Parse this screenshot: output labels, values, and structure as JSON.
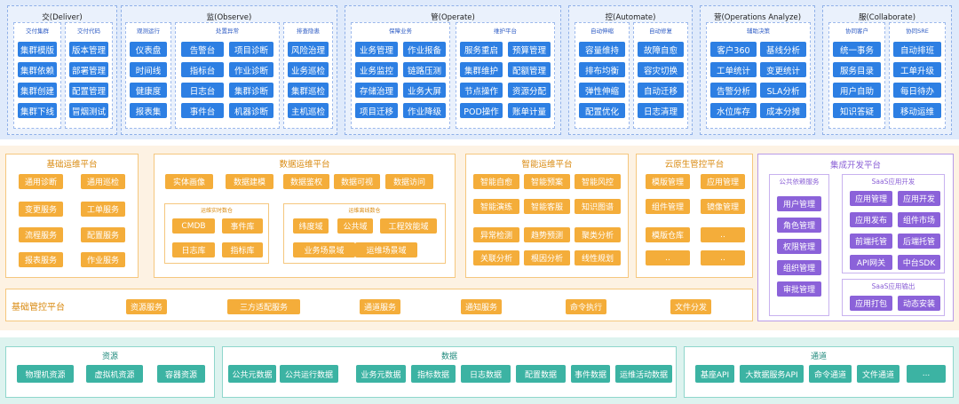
{
  "observe_layer": {
    "deliver": {
      "title": "交(Deliver)",
      "cluster": {
        "title": "交付集群",
        "items": [
          "集群模版",
          "集群依赖",
          "集群创建",
          "集群下线"
        ]
      },
      "code": {
        "title": "交付代码",
        "items": [
          "版本管理",
          "部署管理",
          "配置管理",
          "冒烟测试"
        ]
      }
    },
    "observe": {
      "title": "监(Observe)",
      "running": {
        "title": "观测运行",
        "items": [
          "仪表盘",
          "时间线",
          "健康度",
          "报表集"
        ]
      },
      "exception": {
        "title": "处置异常",
        "items": [
          "告警台",
          "项目诊断",
          "指标台",
          "作业诊断",
          "日志台",
          "集群诊断",
          "事件台",
          "机器诊断"
        ]
      },
      "hazard": {
        "title": "排查隐患",
        "items": [
          "风险治理",
          "业务巡检",
          "集群巡检",
          "主机巡检"
        ]
      }
    },
    "operate": {
      "title": "管(Operate)",
      "business": {
        "title": "保障业务",
        "items": [
          "业务管理",
          "作业报备",
          "业务监控",
          "链路压测",
          "存储治理",
          "业务大屏",
          "项目迁移",
          "作业降级"
        ]
      },
      "maintain": {
        "title": "维护平台",
        "items": [
          "服务重启",
          "预算管理",
          "集群维护",
          "配额管理",
          "节点操作",
          "资源分配",
          "POD操作",
          "账单计量"
        ]
      }
    },
    "automate": {
      "title": "控(Automate)",
      "scale": {
        "title": "自动伸缩",
        "items": [
          "容量维持",
          "排布均衡",
          "弹性伸缩",
          "配置优化"
        ]
      },
      "repair": {
        "title": "自动修复",
        "items": [
          "故障自愈",
          "容灾切换",
          "自动迁移",
          "日志清理"
        ]
      }
    },
    "analyze": {
      "title": "营(Operations Analyze)",
      "decision": {
        "title": "辅助决策",
        "items": [
          "客户360",
          "基线分析",
          "工单统计",
          "变更统计",
          "告警分析",
          "SLA分析",
          "水位库存",
          "成本分摊"
        ]
      }
    },
    "collaborate": {
      "title": "服(Collaborate)",
      "customer": {
        "title": "协同客户",
        "items": [
          "统一事务",
          "服务目录",
          "用户自助",
          "知识答疑"
        ]
      },
      "sre": {
        "title": "协同SRE",
        "items": [
          "自动排班",
          "工单升级",
          "每日待办",
          "移动运维"
        ]
      }
    }
  },
  "platform_layer": {
    "basic_ops": {
      "title": "基础运维平台",
      "items": [
        "通用诊断",
        "通用巡检",
        "变更服务",
        "工单服务",
        "流程服务",
        "配置服务",
        "报表服务",
        "作业服务"
      ]
    },
    "data_ops": {
      "title": "数据运维平台",
      "items": [
        "实体画像",
        "数据建模",
        "数据鉴权",
        "数据可视",
        "数据访问"
      ],
      "realtime": {
        "title": "运维实时数仓",
        "items": [
          "CMDB",
          "事件库",
          "日志库",
          "指标库"
        ]
      },
      "offline": {
        "title": "运维离线数仓",
        "items": [
          "纬度域",
          "公共域",
          "工程效能域",
          "业务场景域",
          "运维场景域"
        ]
      }
    },
    "ai_ops": {
      "title": "智能运维平台",
      "items": [
        "智能自愈",
        "智能预案",
        "智能风控",
        "智能演练",
        "智能客服",
        "知识图谱",
        "异常检测",
        "趋势预测",
        "聚类分析",
        "关联分析",
        "根因分析",
        "线性规划"
      ]
    },
    "cloud_native": {
      "title": "云原生管控平台",
      "items": [
        "模版管理",
        "应用管理",
        "组件管理",
        "镜像管理",
        "模版仓库",
        "..",
        "..",
        ".."
      ]
    },
    "basic_control": {
      "title": "基础管控平台",
      "items": [
        "资源服务",
        "三方适配服务",
        "通道服务",
        "通知服务",
        "命令执行",
        "文件分发"
      ]
    },
    "integration": {
      "title": "集成开发平台",
      "common": {
        "title": "公共依赖服务",
        "items": [
          "用户管理",
          "角色管理",
          "权限管理",
          "组织管理",
          "审批管理"
        ]
      },
      "saas_dev": {
        "title": "SaaS应用开发",
        "items": [
          "应用管理",
          "应用开发",
          "应用发布",
          "组件市场",
          "前端托管",
          "后端托管",
          "API网关",
          "中台SDK"
        ]
      },
      "saas_out": {
        "title": "SaaS应用输出",
        "items": [
          "应用打包",
          "动态安装"
        ]
      }
    }
  },
  "foundation_layer": {
    "resource": {
      "title": "资源",
      "items": [
        "物理机资源",
        "虚拟机资源",
        "容器资源"
      ]
    },
    "data": {
      "title": "数据",
      "items": [
        "公共元数据",
        "公共运行数据",
        "业务元数据",
        "指标数据",
        "日志数据",
        "配置数据",
        "事件数据",
        "运维活动数据"
      ]
    },
    "channel": {
      "title": "通道",
      "items": [
        "基座API",
        "大数据服务API",
        "命令通道",
        "文件通道",
        "..."
      ]
    }
  },
  "colors": {
    "blue": "#2d7fe3",
    "orange": "#f4ad3a",
    "purple": "#8b62d9",
    "teal": "#3cb3a3"
  }
}
